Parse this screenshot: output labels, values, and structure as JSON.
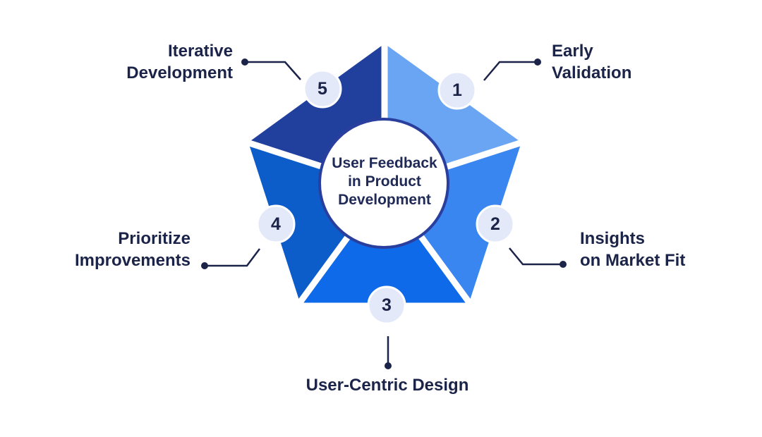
{
  "title": "User Feedback in Product Development",
  "center": {
    "text": "User Feedback\nin Product\nDevelopment"
  },
  "badges": [
    {
      "number": "1"
    },
    {
      "number": "2"
    },
    {
      "number": "3"
    },
    {
      "number": "4"
    },
    {
      "number": "5"
    }
  ],
  "labels": [
    {
      "number": "1",
      "text": "Early\nValidation"
    },
    {
      "number": "2",
      "text": "Insights\non Market Fit"
    },
    {
      "number": "3",
      "text": "User-Centric Design"
    },
    {
      "number": "4",
      "text": "Prioritize\nImprovements"
    },
    {
      "number": "5",
      "text": "Iterative\nDevelopment"
    }
  ],
  "colors": {
    "segment_1": "#6aa5f3",
    "segment_2": "#3a86f0",
    "segment_3": "#0f6ae9",
    "segment_4": "#0c5cca",
    "segment_5": "#21409e",
    "center_ring": "#2a3f9d",
    "badge_fill": "#e4e9fa",
    "connector": "#1b2448",
    "label_text": "#1b2448",
    "center_text": "#202a56",
    "background": "#ffffff"
  }
}
